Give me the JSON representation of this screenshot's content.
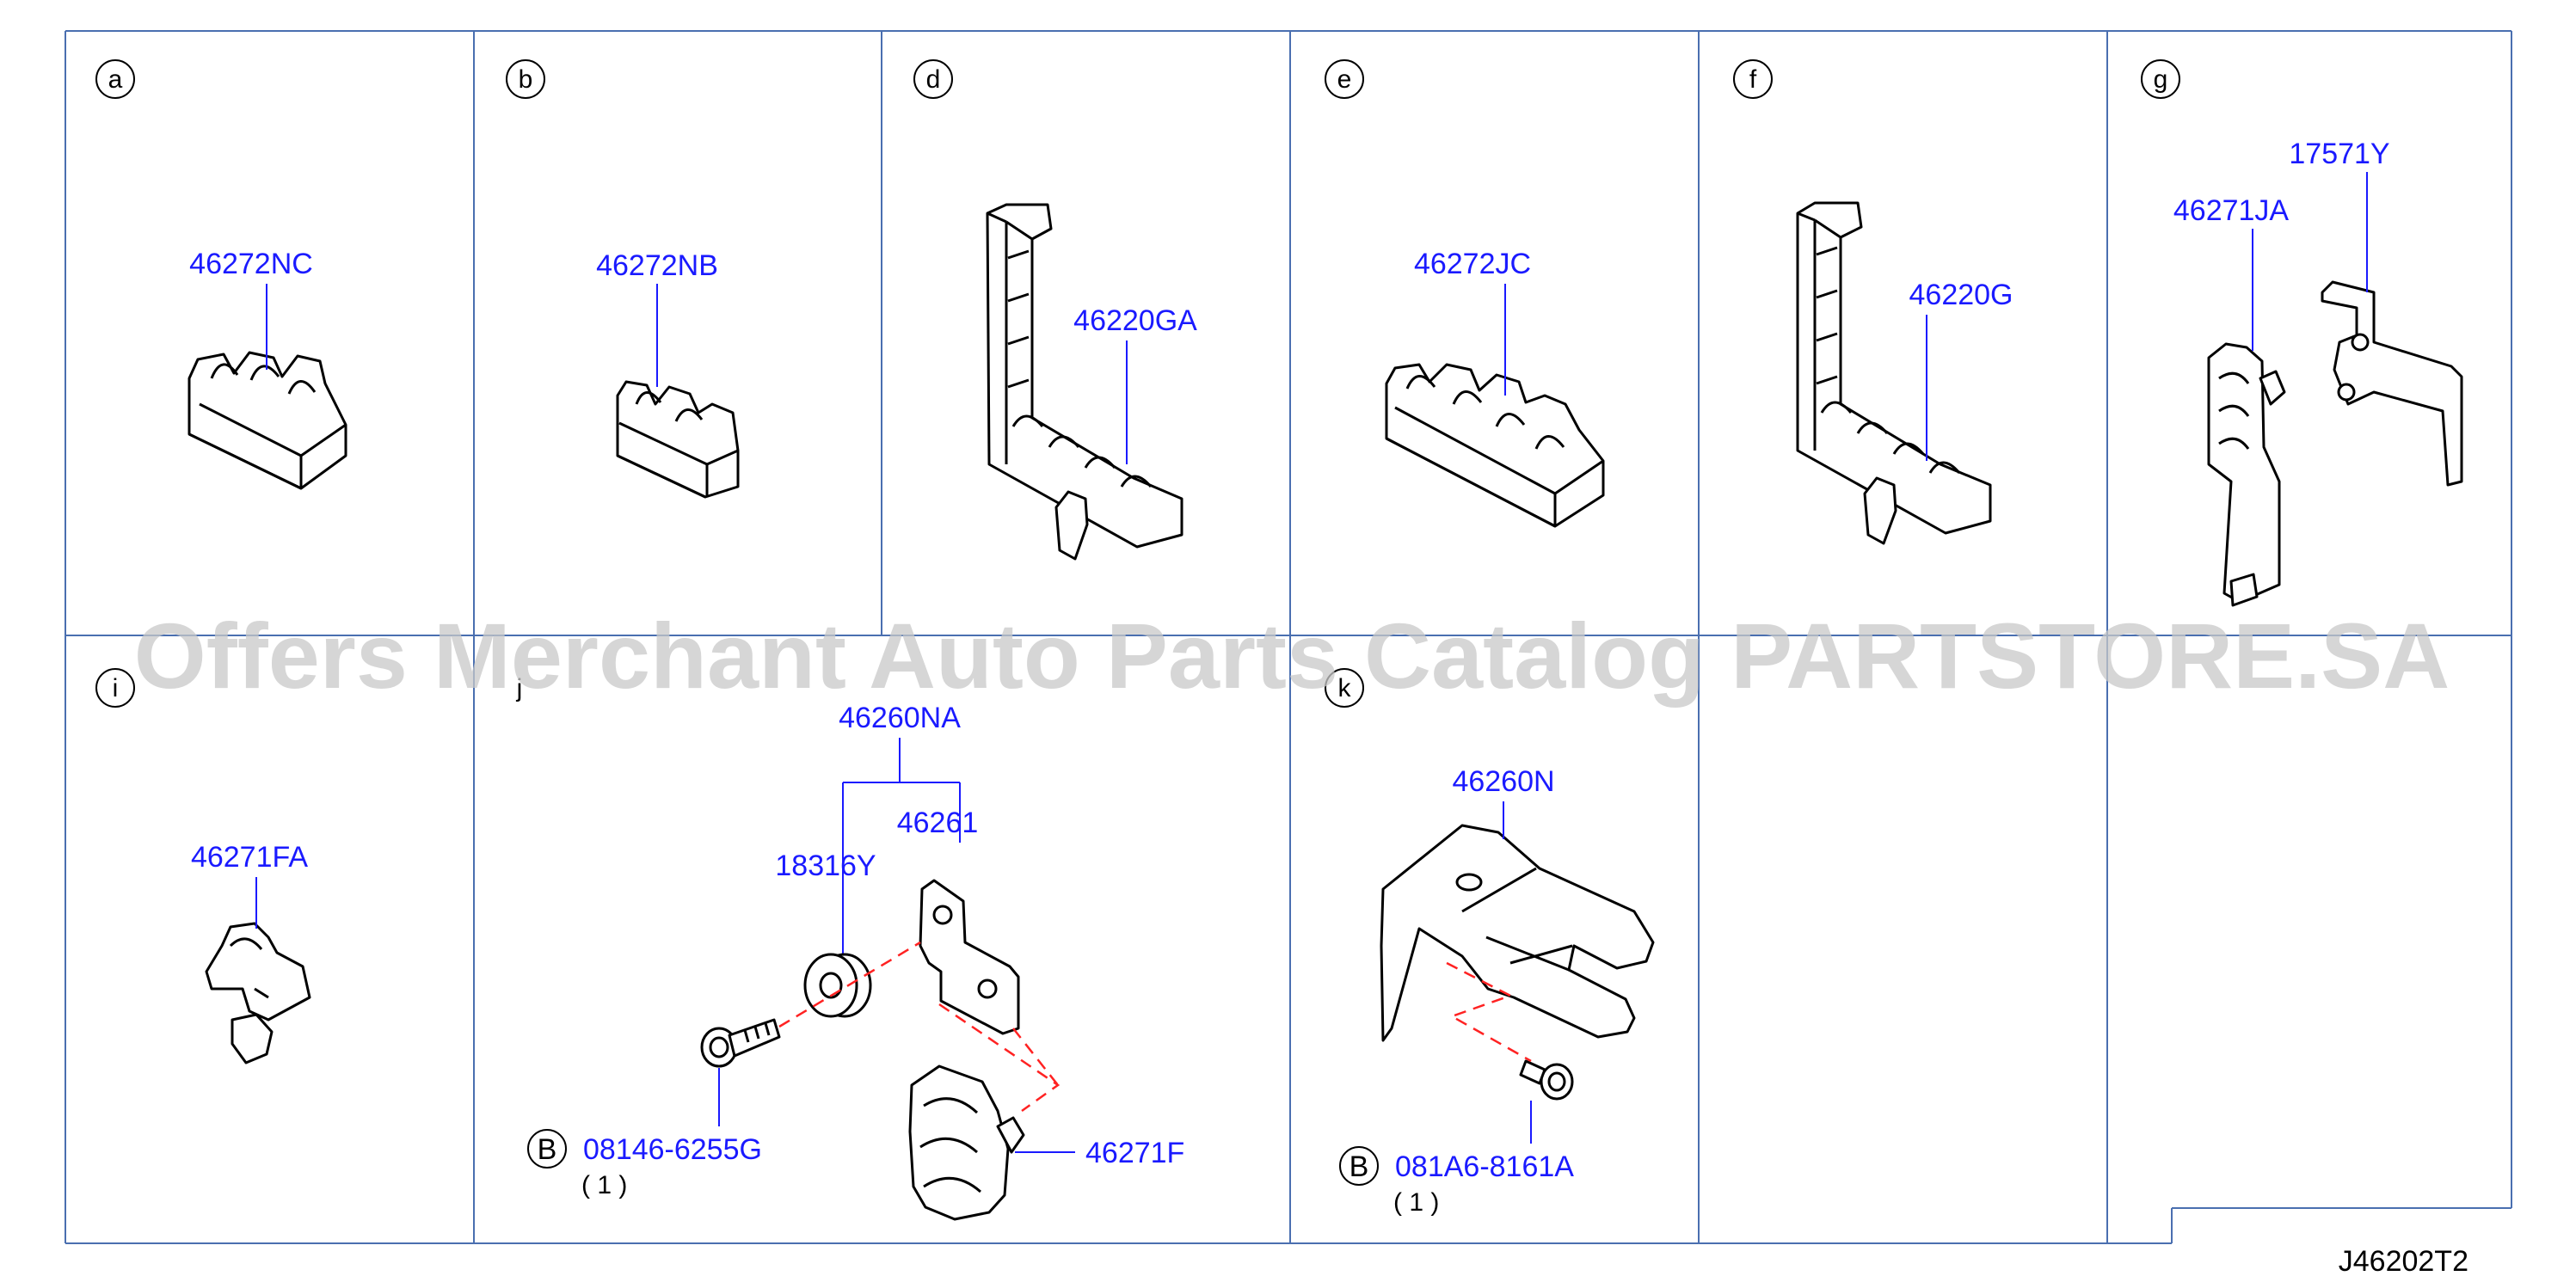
{
  "panels": {
    "a": {
      "letter": "a",
      "part": "46272NC"
    },
    "b": {
      "letter": "b",
      "part": "46272NB"
    },
    "d": {
      "letter": "d",
      "part": "46220GA"
    },
    "e": {
      "letter": "e",
      "part": "46272JC"
    },
    "f": {
      "letter": "f",
      "part": "46220G"
    },
    "g": {
      "letter": "g",
      "part_clip": "46271JA",
      "part_bracket": "17571Y"
    },
    "i": {
      "letter": "i",
      "part": "46271FA"
    },
    "j": {
      "letter": "j",
      "assembly": "46260NA",
      "grommet": "18316Y",
      "bracket": "46261",
      "clip": "46271F",
      "bolt_marker": "B",
      "bolt": "08146-6255G",
      "bolt_qty": "( 1 )"
    },
    "k": {
      "letter": "k",
      "bracket": "46260N",
      "bolt_marker": "B",
      "bolt": "081A6-8161A",
      "bolt_qty": "( 1 )"
    }
  },
  "drawing_code": "J46202T2",
  "watermark": "Offers Merchant Auto Parts Catalog PARTSTORE.SA",
  "colors": {
    "label": "#1a1aff",
    "grid": "#4a6fb0",
    "dash": "#ff2222",
    "watermark": "#c8c8c8"
  }
}
